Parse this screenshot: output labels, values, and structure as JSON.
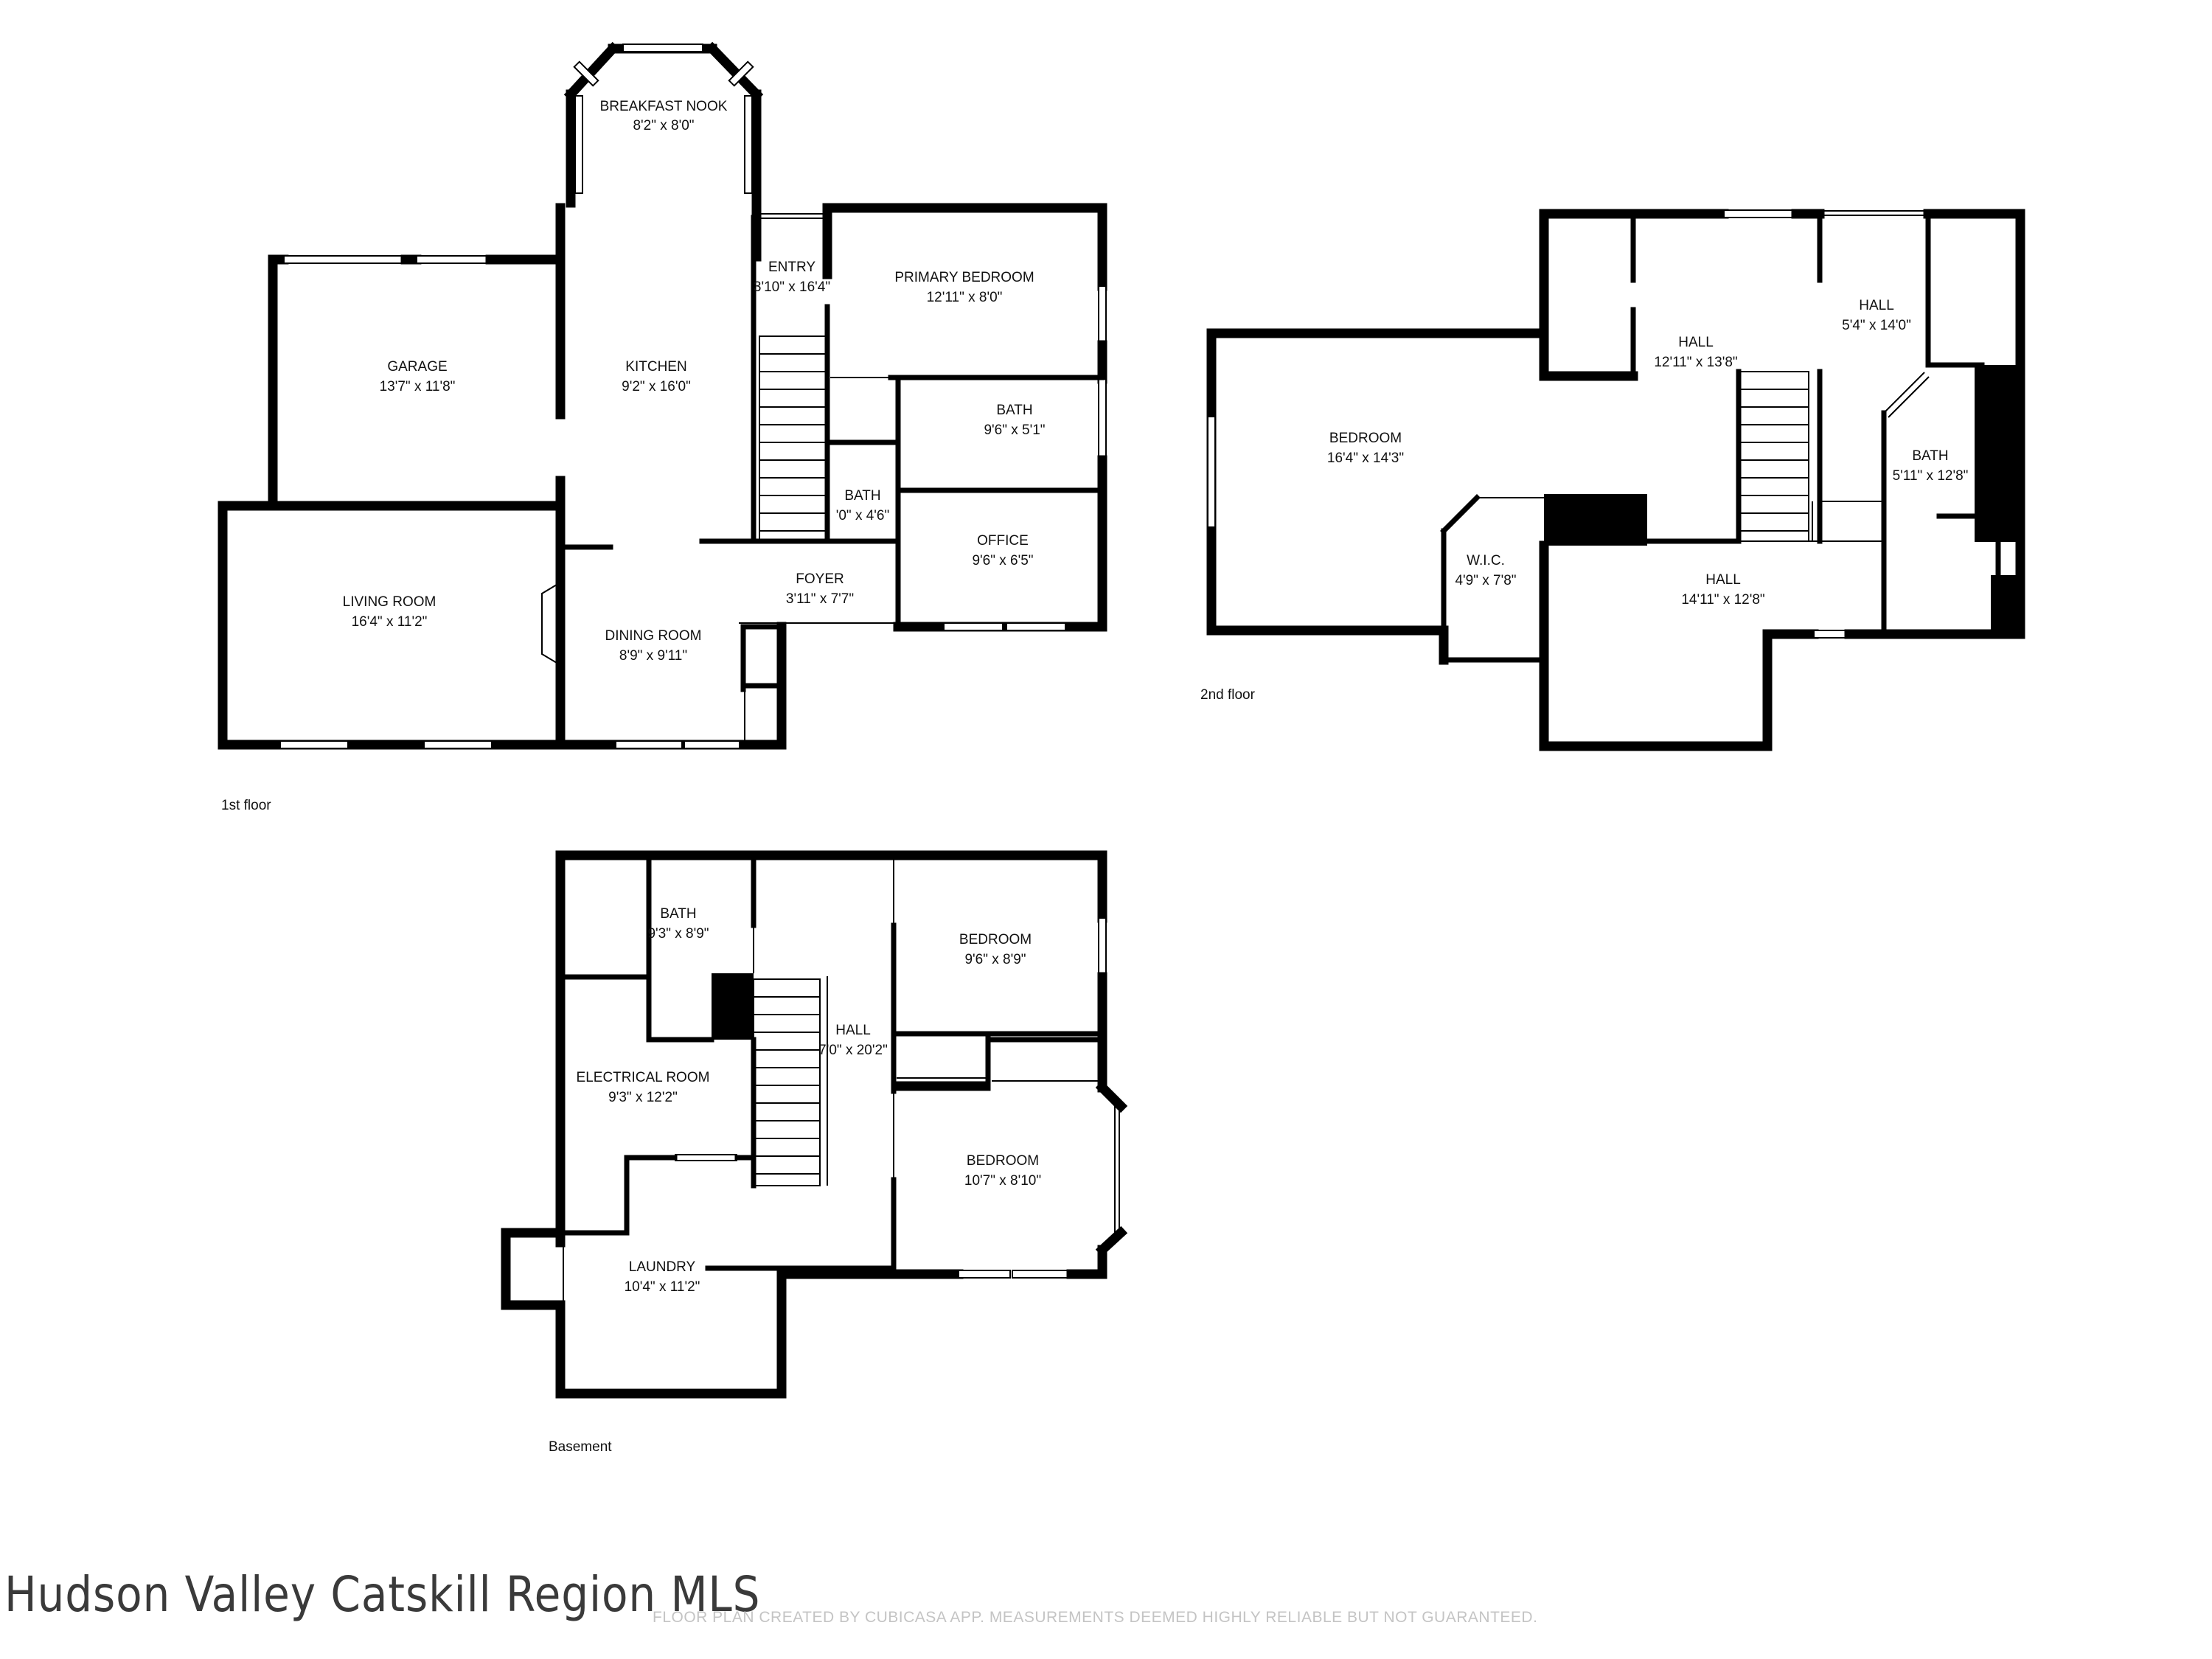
{
  "floors": {
    "first": {
      "label": "1st floor",
      "rooms": [
        {
          "name": "BREAKFAST NOOK",
          "dim": "8'2\" x 8'0\""
        },
        {
          "name": "ENTRY",
          "dim": "3'10\" x 16'4\""
        },
        {
          "name": "PRIMARY BEDROOM",
          "dim": "12'11\" x 8'0\""
        },
        {
          "name": "GARAGE",
          "dim": "13'7\" x 11'8\""
        },
        {
          "name": "KITCHEN",
          "dim": "9'2\" x 16'0\""
        },
        {
          "name": "BATH",
          "dim": "9'6\" x 5'1\""
        },
        {
          "name": "BATH",
          "dim": "'0\" x 4'6\""
        },
        {
          "name": "OFFICE",
          "dim": "9'6\" x 6'5\""
        },
        {
          "name": "LIVING ROOM",
          "dim": "16'4\" x 11'2\""
        },
        {
          "name": "FOYER",
          "dim": "3'11\" x 7'7\""
        },
        {
          "name": "DINING ROOM",
          "dim": "8'9\" x 9'11\""
        }
      ]
    },
    "second": {
      "label": "2nd floor",
      "rooms": [
        {
          "name": "HALL",
          "dim": "5'4\" x 14'0\""
        },
        {
          "name": "HALL",
          "dim": "12'11\" x 13'8\""
        },
        {
          "name": "BEDROOM",
          "dim": "16'4\" x 14'3\""
        },
        {
          "name": "BATH",
          "dim": "5'11\" x 12'8\""
        },
        {
          "name": "W.I.C.",
          "dim": "4'9\" x 7'8\""
        },
        {
          "name": "HALL",
          "dim": "14'11\" x 12'8\""
        }
      ]
    },
    "basement": {
      "label": "Basement",
      "rooms": [
        {
          "name": "BATH",
          "dim": "9'3\" x 8'9\""
        },
        {
          "name": "BEDROOM",
          "dim": "9'6\" x 8'9\""
        },
        {
          "name": "HALL",
          "dim": "7'0\" x 20'2\""
        },
        {
          "name": "ELECTRICAL ROOM",
          "dim": "9'3\" x 12'2\""
        },
        {
          "name": "BEDROOM",
          "dim": "10'7\" x 8'10\""
        },
        {
          "name": "LAUNDRY",
          "dim": "10'4\" x 11'2\""
        }
      ]
    }
  },
  "watermark": "Hudson Valley Catskill Region MLS",
  "disclaimer": "FLOOR PLAN CREATED BY CUBICASA APP. MEASUREMENTS DEEMED HIGHLY RELIABLE BUT NOT GUARANTEED."
}
